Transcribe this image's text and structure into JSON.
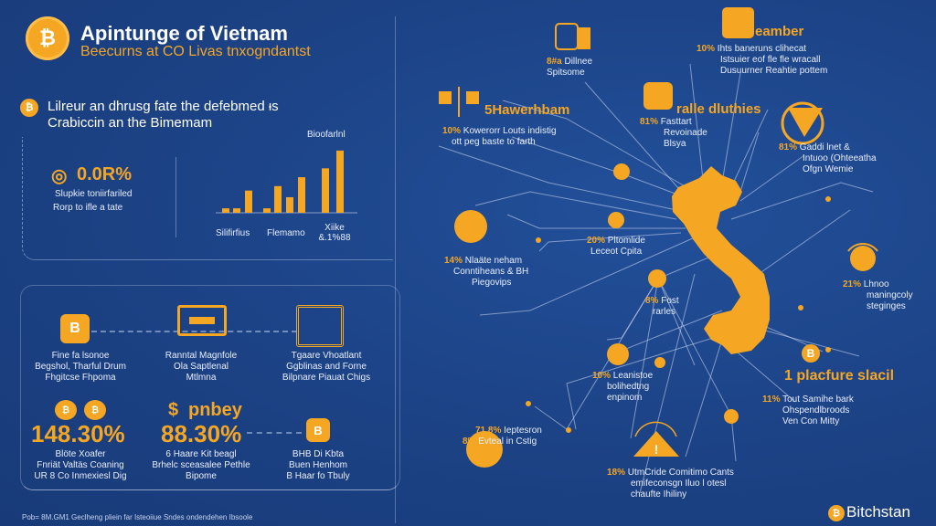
{
  "header": {
    "title": "Apintunge of Vietnam",
    "subtitle": "Beecurns at CO Livas tnxogndantst",
    "logo_icon": "bitcoin-coin-icon"
  },
  "intro": {
    "line1": "Lilreur an dhrusg fate the defebmed ᵻs",
    "line2": "Crabiccin an the Bimemam"
  },
  "stat_card": {
    "value": "0.0R%",
    "desc1": "Slupkie toniirfariled",
    "desc2": "Rorp to ifle a tate"
  },
  "chart_data": {
    "type": "bar",
    "title": "Bioofarlnl",
    "categories": [
      "Silifirfius",
      "",
      "",
      "Flemamo",
      "",
      "",
      "",
      "Xiike",
      "&.1%88"
    ],
    "values": [
      2,
      2,
      10,
      2,
      12,
      7,
      16,
      20,
      28
    ],
    "ylim": [
      0,
      30
    ],
    "tick_labels": [
      "Silifirfius",
      "Flemamo",
      "Xiike &.1%88"
    ]
  },
  "steps": [
    {
      "lines": [
        "Fine fa lsonoe",
        "Begshol, Tharful Drum",
        "Fhgitcse Fhpoma"
      ]
    },
    {
      "lines": [
        "Ranntal Magnfole",
        "Ola Saptlenal",
        "Mtlmna"
      ]
    },
    {
      "lines": [
        "Tgaare Vhoatlant",
        "Ggblinas and Forne",
        "Bilpnare Piauat Chigs"
      ]
    }
  ],
  "stats": [
    {
      "value": "148.30%",
      "lines": [
        "Blöte Xoafer",
        "Fnriät Valtäs Coaning",
        "UR 8 Co Inmexiesl Dig"
      ]
    },
    {
      "heading": "pnbey",
      "value": "88.30%",
      "lines": [
        "6 Haare Kit beagl",
        "Brhelc sceasalee Pethle",
        "Bipome"
      ]
    },
    {
      "lines": [
        "BHB Di Kbta",
        "Buen Henhom",
        "B Haar fo Tbuly"
      ]
    }
  ],
  "footer": "Pob= 8M.GM1 Geclheng pliein far Isteoiiue Sndes ondendehen Ibsoole",
  "brand": "Bitchstan",
  "map_nodes": [
    {
      "pct": "8#a",
      "lines": [
        "Dillnee",
        "Spitsome"
      ]
    },
    {
      "title": "eamber",
      "pct": "10%",
      "lines": [
        "Ihts baneruns clihecat",
        "Istsuier eof fle fle wracall",
        "Dusuurner Reahtie pottem"
      ]
    },
    {
      "title": "5Hawerhbam",
      "pct": "10%",
      "lines": [
        "Kowerorr Louts indistig",
        "ott peg baste to farth"
      ]
    },
    {
      "title": "ralle dluthies",
      "pct": "81%",
      "lines": [
        "Fasttart",
        "Revoinade",
        "Blsya"
      ]
    },
    {
      "pct": "81%",
      "lines": [
        "Gaddi lnet &",
        "Intuoo (Ohteeatha",
        "Ofgn Wemie"
      ]
    },
    {
      "pct": "20%",
      "lines": [
        "Pltomlide",
        "Leceot Cpita"
      ]
    },
    {
      "pct": "14%",
      "lines": [
        "Nlaäte neham",
        "Conntiheans & BH",
        "Piegovips"
      ]
    },
    {
      "pct": "8%",
      "lines": [
        "Fost",
        "rarles"
      ]
    },
    {
      "pct": "21%",
      "lines": [
        "Lhnoo",
        "maningcoly",
        "steginges"
      ]
    },
    {
      "pct": "10%",
      "lines": [
        "Leanistoe",
        "bolihedtng",
        "enpinom"
      ]
    },
    {
      "title": "1 placfure slacil",
      "pct": "11%",
      "lines": [
        "Tout Samihe bark",
        "Ohspendlbroods",
        "Ven Con Mitty"
      ]
    },
    {
      "pct": "71.8%",
      "pct2": "8%",
      "lines": [
        "Ieptesron",
        "Evteal in Cstig"
      ]
    },
    {
      "pct": "18%",
      "lines": [
        "UtmCride Comitimo Cants",
        "emifeconsgn Iluo l otesl",
        "chaufte Ihiliny"
      ]
    }
  ],
  "colors": {
    "accent": "#f5a623",
    "background": "#1d4488"
  }
}
